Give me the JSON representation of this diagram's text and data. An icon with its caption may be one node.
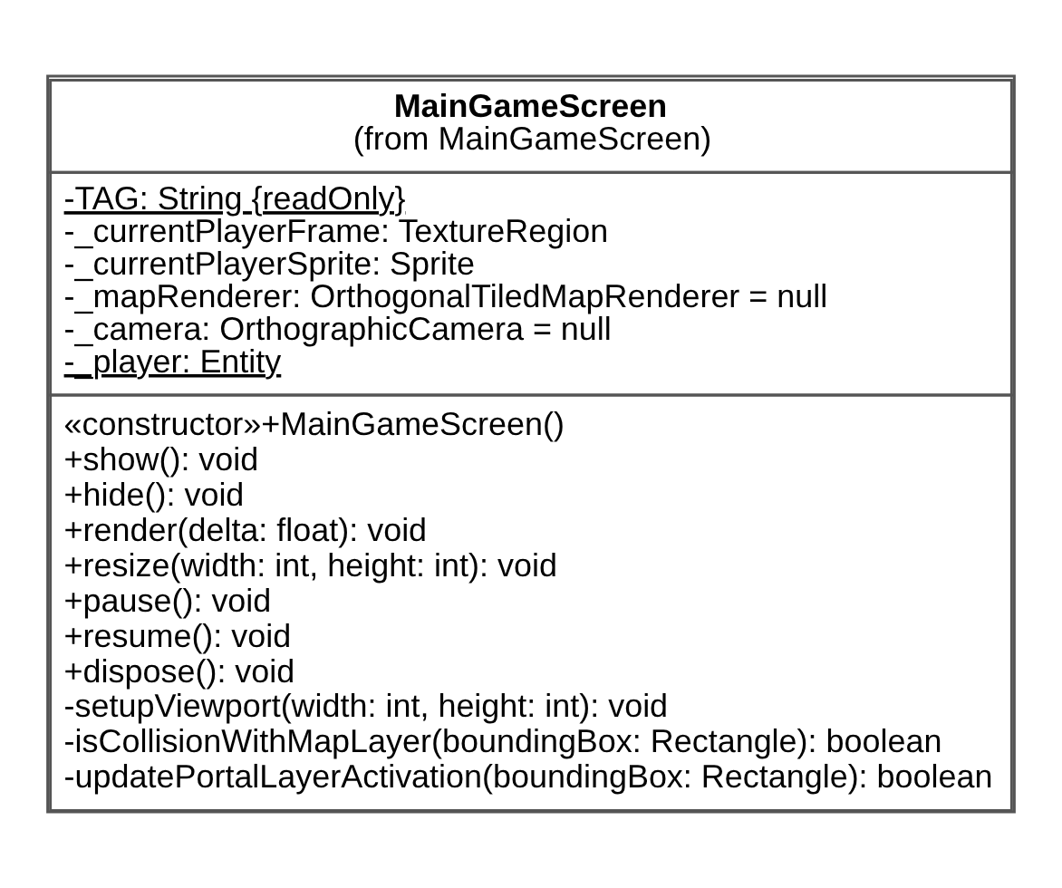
{
  "diagram": {
    "nodes": [
      {
        "text": [
          "MainGameScreen",
          "(from MainGameScreen)",
          "-TAG: String {readOnly}",
          "-_currentPlayerFrame: TextureRegion",
          "-_currentPlayerSprite: Sprite",
          "-_mapRenderer: OrthogonalTiledMapRenderer = null",
          "-_camera: OrthographicCamera = null",
          "-_player: Entity",
          "«constructor»+MainGameScreen()",
          "+show(): void",
          "+hide(): void",
          "+render(delta: float): void",
          "+resize(width: int, height: int): void",
          "+pause(): void",
          "+resume(): void",
          "+dispose(): void",
          "-setupViewport(width: int, height: int): void",
          "-isCollisionWithMapLayer(boundingBox: Rectangle): boolean",
          "-updatePortalLayerActivation(boundingBox: Rectangle): boolean"
        ]
      }
    ],
    "edges": []
  }
}
